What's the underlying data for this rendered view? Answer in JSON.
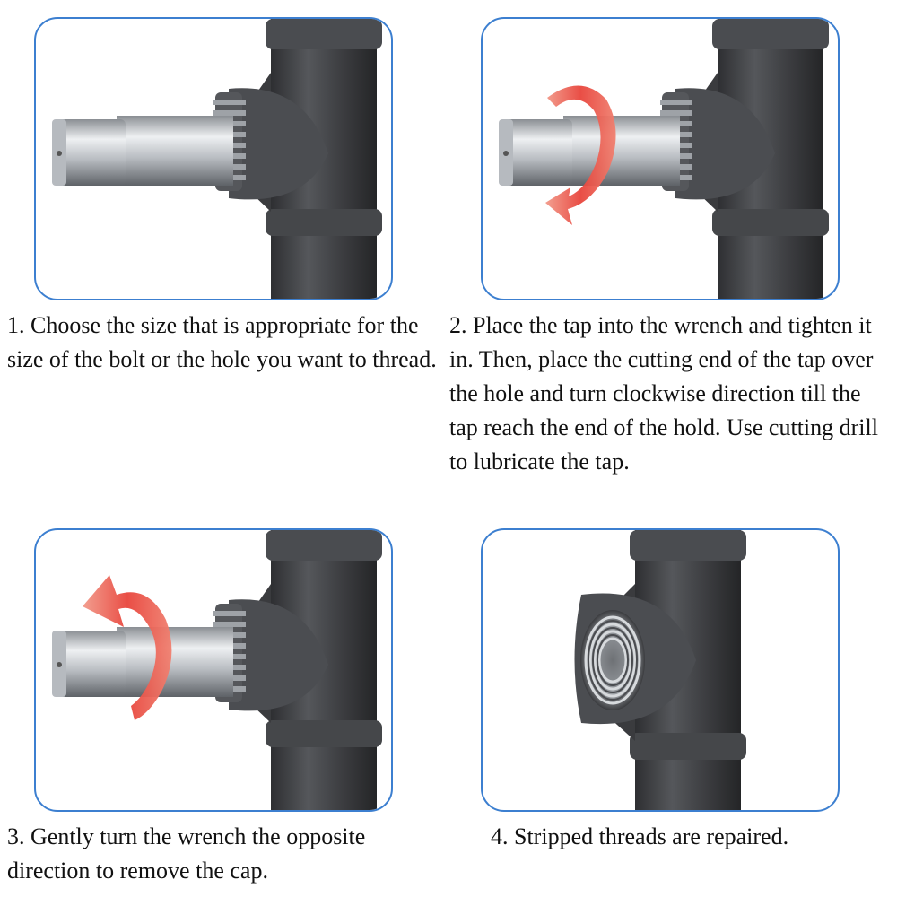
{
  "steps": [
    {
      "number": "1.",
      "text": "1. Choose the size that is appropriate for the size of the bolt or the hole you want to thread.",
      "image": "tap-and-wrench-inserted-in-pipe-tee",
      "arrow": "none"
    },
    {
      "number": "2.",
      "text": "2. Place the tap into the wrench and tighten it in. Then, place the cutting end of the tap over the hole and turn clockwise direction till the tap reach the end of the hold. Use cutting drill to lubricate the tap.",
      "image": "tap-turning-clockwise-in-pipe-tee",
      "arrow": "clockwise-red-arrow"
    },
    {
      "number": "3.",
      "text": "3. Gently turn the wrench the opposite direction to remove the cap.",
      "image": "tap-turning-counterclockwise-in-pipe-tee",
      "arrow": "counterclockwise-red-arrow"
    },
    {
      "number": "4.",
      "text": "4. Stripped threads are repaired.",
      "image": "pipe-tee-with-repaired-threads",
      "arrow": "none"
    }
  ],
  "colors": {
    "panel_border": "#3c7fd0",
    "pipe": "#3f4043",
    "arrow": "#e8453c",
    "tool_metal": "#c9ccd0"
  }
}
